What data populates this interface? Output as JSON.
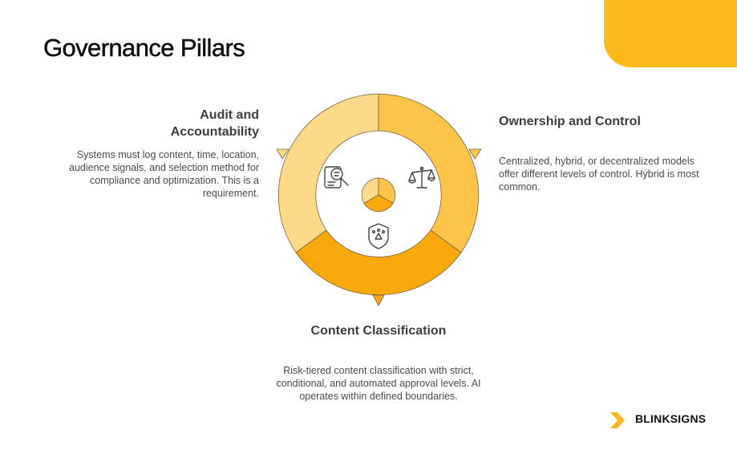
{
  "page": {
    "title": "Governance Pillars"
  },
  "pillars": {
    "audit": {
      "title": "Audit and Accountability",
      "description": "Systems must log content, time, location, audience signals, and selection method for compliance and optimization. This is a requirement.",
      "icon": "search-document-icon",
      "color": "#fdd98a"
    },
    "ownership": {
      "title": "Ownership and Control",
      "description": "Centralized, hybrid, or decentralized models offer different levels of control. Hybrid is most common.",
      "icon": "balance-scale-icon",
      "color": "#fcc54a"
    },
    "content": {
      "title": "Content Classification",
      "description": "Risk-tiered content classification with strict, conditional, and automated approval levels. AI operates within defined boundaries.",
      "icon": "shield-icon",
      "color": "#f9a90b"
    }
  },
  "brand": {
    "name": "BLINKSIGNS",
    "logo_icon": "chevron-right-icon",
    "accent": "#fbb91b"
  }
}
